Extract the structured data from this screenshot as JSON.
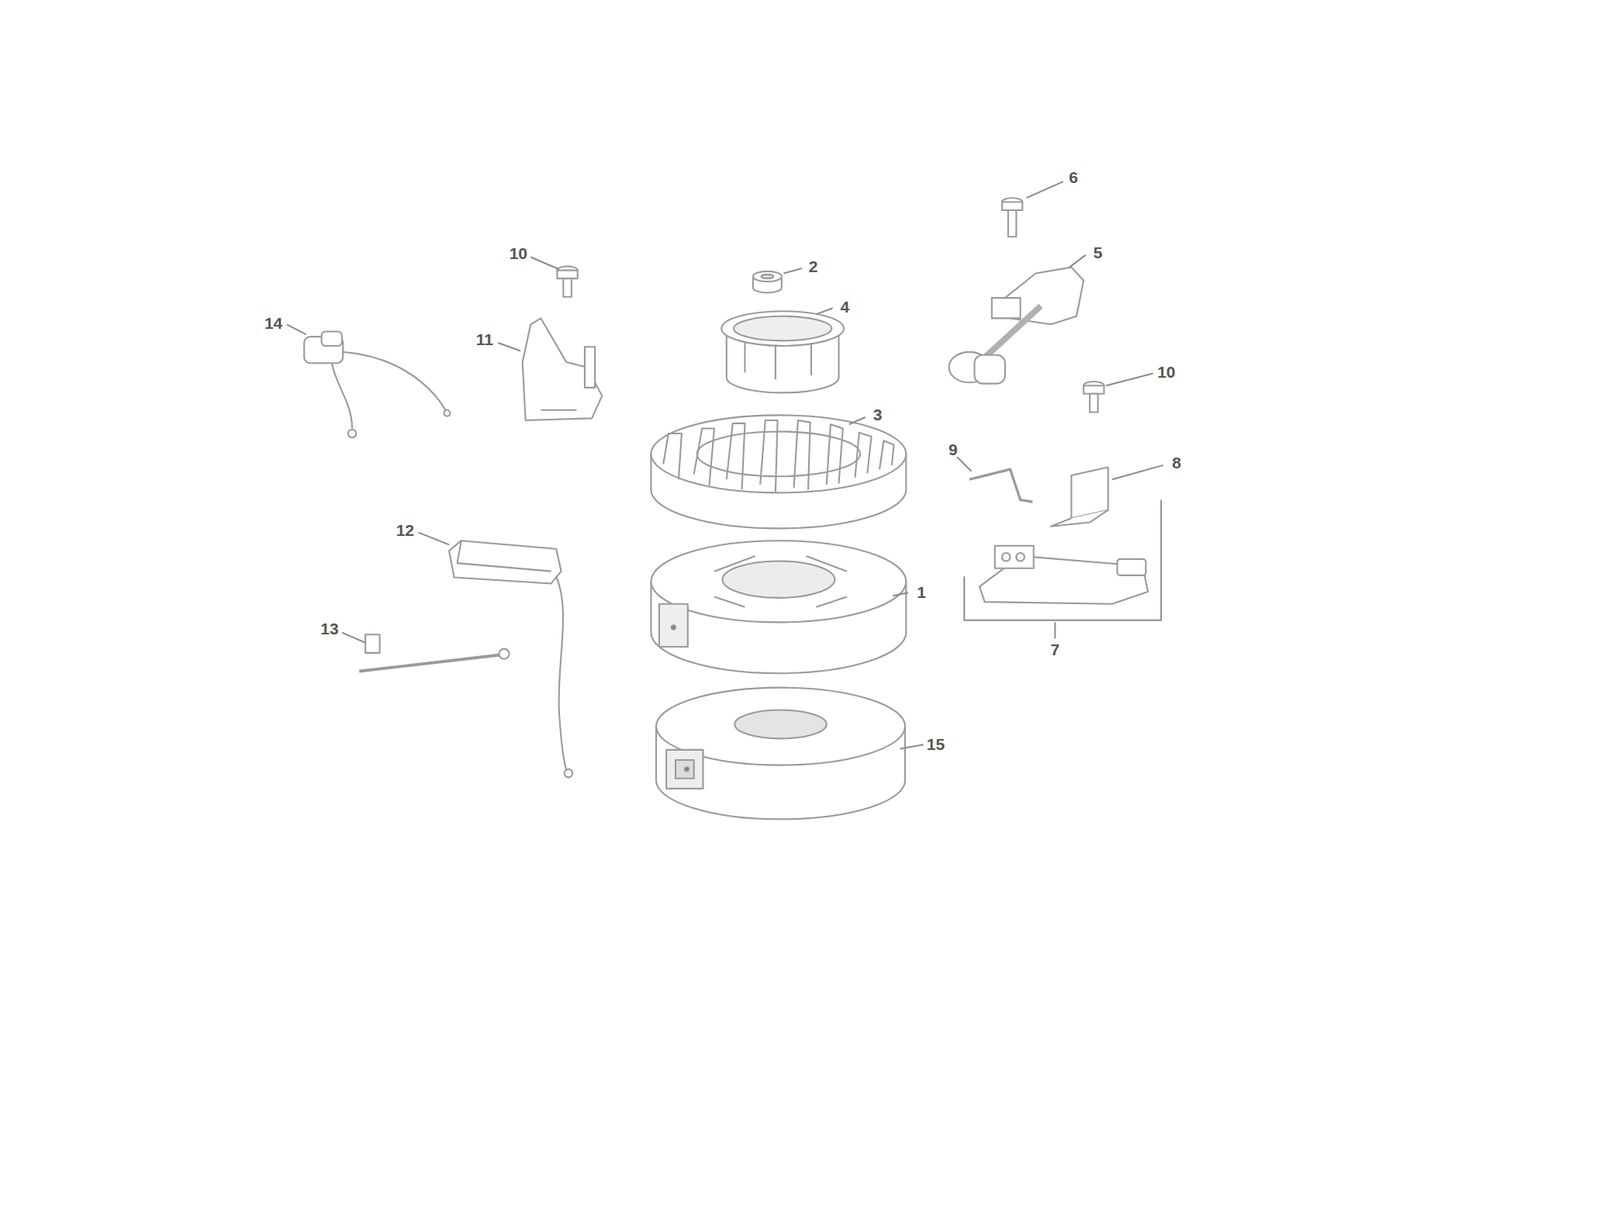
{
  "diagram": {
    "labels": [
      "6",
      "10",
      "2",
      "5",
      "14",
      "11",
      "4",
      "10",
      "3",
      "9",
      "8",
      "12",
      "1",
      "7",
      "13",
      "15"
    ]
  }
}
